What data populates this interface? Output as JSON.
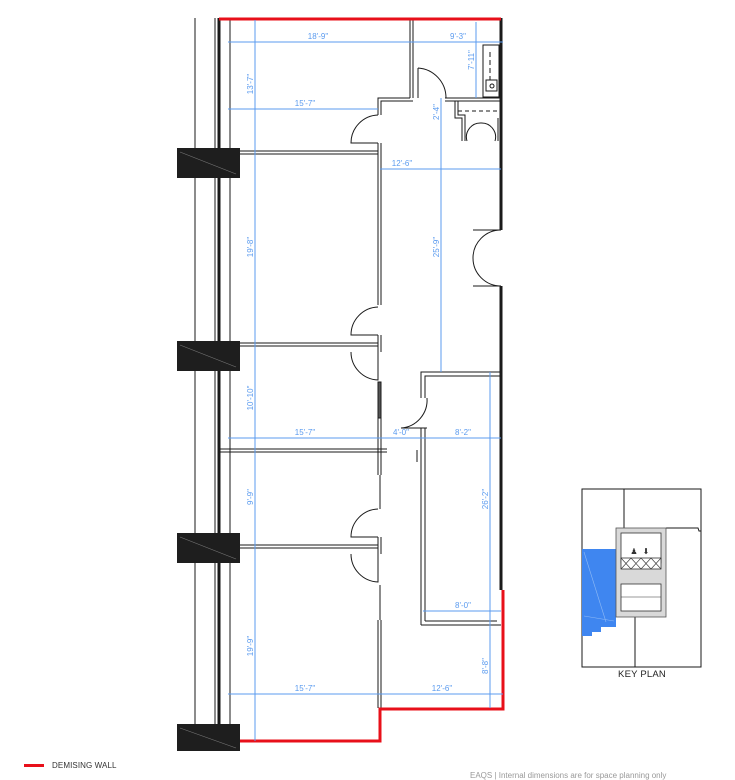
{
  "floor_plan": {
    "dimensions": {
      "top_width": "18'-9\"",
      "top_right_width": "9'-3\"",
      "top_room_height": "13'-7\"",
      "top_room_width": "15'-7\"",
      "kitchen_height": "7'-11\"",
      "closet_depth": "2'-4\"",
      "corridor_width": "12'-6\"",
      "room2_height": "19'-8\"",
      "open_area_height": "25'-9\"",
      "room3_height": "10'-10\"",
      "mid_room_width": "15'-7\"",
      "corridor_gap": "4'-0\"",
      "right_room_width": "8'-2\"",
      "room4_height": "9'-9\"",
      "right_room_height": "26'-2\"",
      "right_room_bottom_width": "8'-0\"",
      "room5_height": "19'-9\"",
      "bottom_room_width": "15'-7\"",
      "bottom_right_width": "12'-6\"",
      "bottom_right_height": "8'-8\""
    },
    "colors": {
      "demising_wall": "#e8101a",
      "dimension_line": "#5b9bef",
      "wall": "#1a1a1a",
      "column": "#1e1e1e",
      "key_plan_highlight": "#3f86f0",
      "key_plan_core": "#d9d9d9"
    }
  },
  "key_plan": {
    "label": "KEY PLAN"
  },
  "legend": {
    "demising_wall_label": "DEMISING WALL"
  },
  "footnote": {
    "text": "EAQS | Internal dimensions are for space planning only"
  }
}
